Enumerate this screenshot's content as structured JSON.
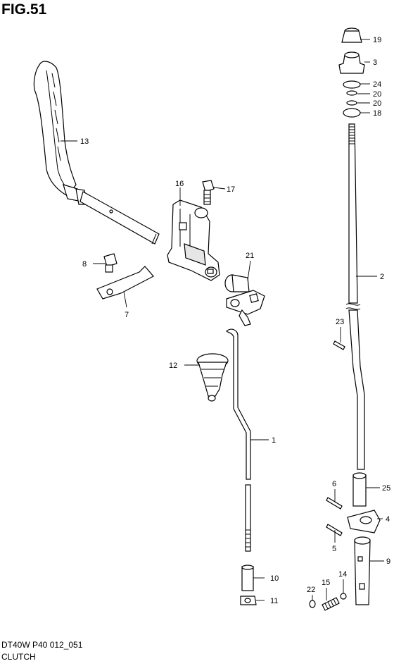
{
  "header": {
    "figure": "FIG.51"
  },
  "footer": {
    "model_code": "DT40W P40 012_051",
    "section_name": "CLUTCH"
  },
  "callouts": {
    "c1": "1",
    "c2": "2",
    "c3": "3",
    "c4": "4",
    "c5": "5",
    "c6": "6",
    "c7": "7",
    "c8": "8",
    "c9": "9",
    "c10": "10",
    "c11": "11",
    "c12": "12",
    "c13": "13",
    "c14": "14",
    "c15": "15",
    "c16": "16",
    "c17": "17",
    "c18": "18",
    "c19": "19",
    "c20a": "20",
    "c20b": "20",
    "c21": "21",
    "c22": "22",
    "c23": "23",
    "c24": "24",
    "c25": "25"
  }
}
